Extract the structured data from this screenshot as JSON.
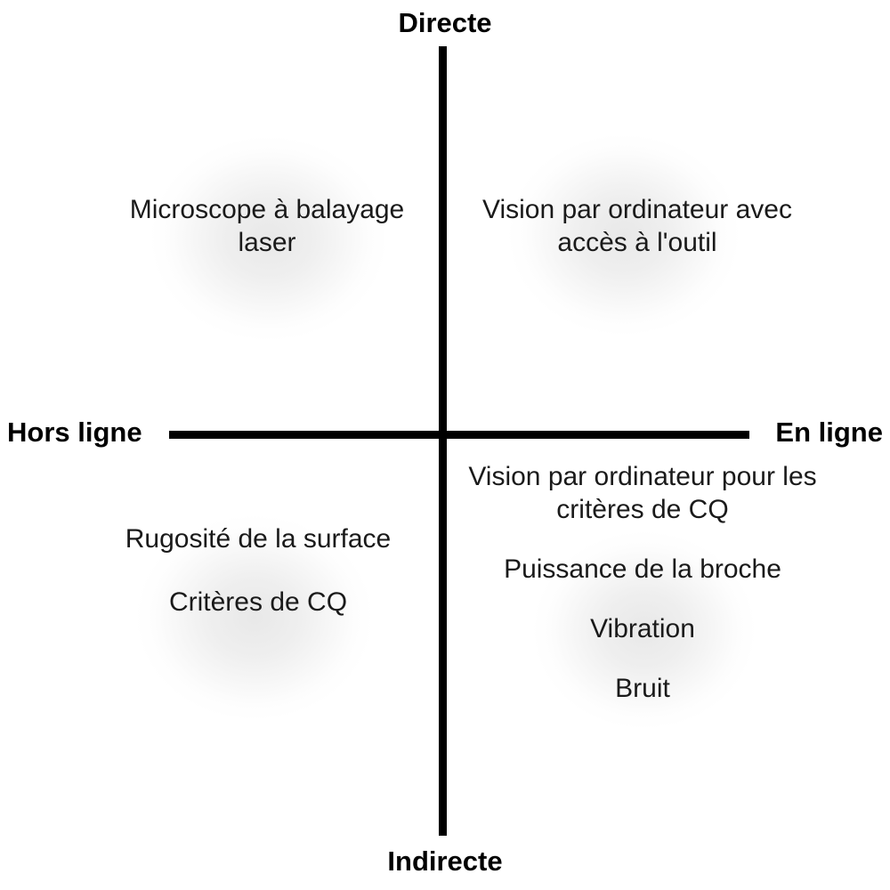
{
  "diagram": {
    "type": "quadrant-matrix",
    "background_color": "#ffffff",
    "axis_color": "#000000",
    "text_color": "#1a1a1a",
    "axes": {
      "vertical": {
        "top_label": "Directe",
        "bottom_label": "Indirecte"
      },
      "horizontal": {
        "left_label": "Hors ligne",
        "right_label": "En ligne"
      }
    },
    "quadrants": {
      "top_left": {
        "name": "Hors ligne / Directe",
        "items": [
          "Microscope à balayage laser"
        ]
      },
      "top_right": {
        "name": "En ligne / Directe",
        "items": [
          "Vision par ordinateur avec accès à l'outil"
        ]
      },
      "bottom_left": {
        "name": "Hors ligne / Indirecte",
        "items": [
          "Rugosité de la surface",
          "Critères de CQ"
        ]
      },
      "bottom_right": {
        "name": "En ligne / Indirecte",
        "items": [
          "Vision par ordinateur pour les critères de CQ",
          "Puissance de la broche",
          "Vibration",
          "Bruit"
        ]
      }
    }
  }
}
